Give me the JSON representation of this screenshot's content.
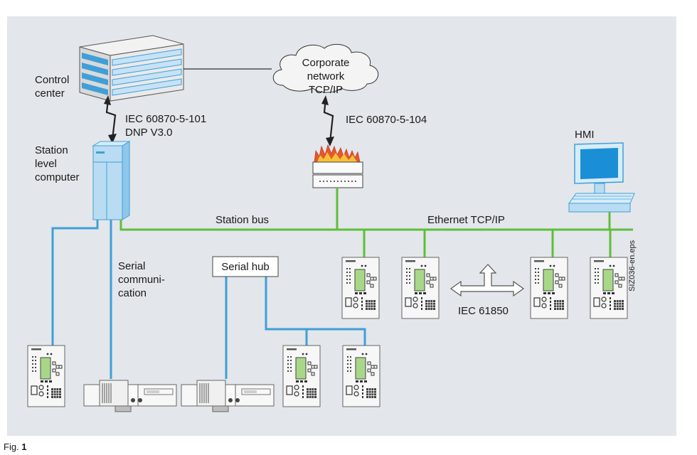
{
  "colors": {
    "background": "#e3e6ea",
    "station_bus": "#5cbf3a",
    "serial_line": "#3f9fd8",
    "device_body": "#f7f7f7",
    "display": "#a8d887",
    "fire": "#e8582a",
    "monitor_screen": "#1a8fd5",
    "computer_body": "#b9dcf2",
    "cloud": "#f4f4f4"
  },
  "labels": {
    "control_center": "Control\ncenter",
    "corporate_network": "Corporate\nnetwork TCP/IP",
    "iec_101": "IEC 60870-5-101\nDNP V3.0",
    "iec_104": "IEC 60870-5-104",
    "station_level_computer": "Station\nlevel\ncomputer",
    "hmi": "HMI",
    "station_bus": "Station bus",
    "ethernet": "Ethernet TCP/IP",
    "serial_communication": "Serial\ncommuni-\ncation",
    "serial_hub": "Serial hub",
    "iec_61850": "IEC 61850",
    "side_code": "SIZ036-en.eps"
  },
  "caption": {
    "prefix": "Fig.",
    "number": "1"
  },
  "icons": [
    "building-icon",
    "cloud-icon",
    "firewall-icon",
    "computer-tower-icon",
    "monitor-icon",
    "keyboard-icon",
    "protection-relay-icon",
    "rtu-device-icon",
    "double-arrow-icon"
  ]
}
